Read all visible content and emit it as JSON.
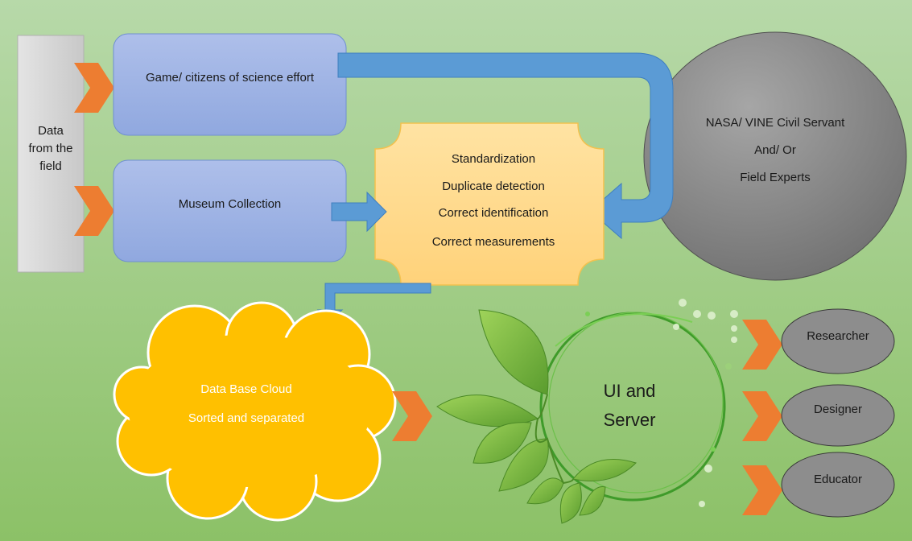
{
  "sources": {
    "field_lines": [
      "Data",
      "from the",
      "field"
    ],
    "game": "Game/ citizens of science effort",
    "museum": "Museum Collection"
  },
  "processing": {
    "items": [
      "Standardization",
      "Duplicate detection",
      "Correct identification",
      "Correct measurements"
    ]
  },
  "experts": {
    "lines": [
      "NASA/ VINE Civil Servant",
      "And/ Or",
      "Field Experts"
    ]
  },
  "database": {
    "lines": [
      "Data Base Cloud",
      "Sorted and separated"
    ]
  },
  "ui": {
    "lines": [
      "UI and",
      "Server"
    ]
  },
  "users": [
    "Researcher",
    "Designer",
    "Educator"
  ],
  "colors": {
    "bg_top": "#b5d7a6",
    "bg_bottom": "#8fc36b",
    "source_box": "#a4b9e8",
    "process_box": "#ffd88a",
    "cloud": "#ffc000",
    "arrow_blue": "#5b9bd5",
    "chevron": "#ed7d31",
    "circle": "#7f7f7f",
    "user_oval": "#8a8a8a"
  }
}
